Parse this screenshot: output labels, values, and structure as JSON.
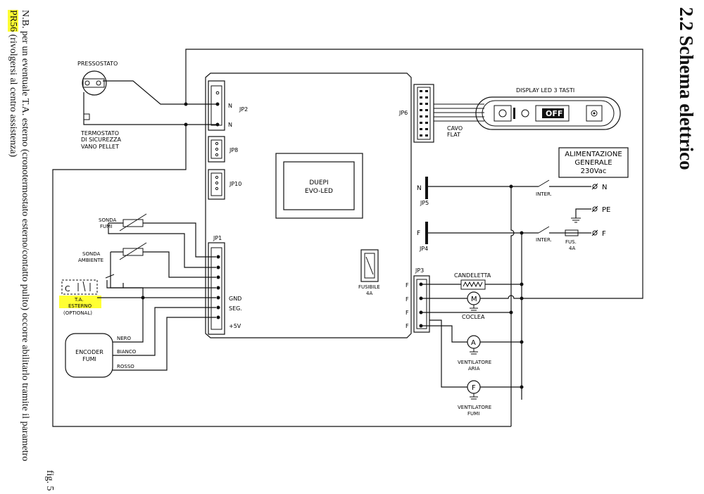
{
  "heading": "2.2  Schema elettrico",
  "note": {
    "line1": "N.B. per un eventuale T.A. esterno (cronotermostato esterno/contatto pulito) occorre abilitarlo tramite il parametro",
    "line2_highlight": "PR56",
    "line2_rest": " (rivolgersi al centro assistenza)"
  },
  "figure_label": "fig. 5",
  "labels": {
    "pressostato": "PRESSOSTATO",
    "termostato": [
      "TERMOSTATO",
      "DI SICUREZZA",
      "VANO PELLET"
    ],
    "jp2": "JP2",
    "jp2_n1": "N",
    "jp2_n2": "N",
    "jp8": "JP8",
    "jp10": "JP10",
    "jp6": "JP6",
    "board": [
      "DUEPI",
      "EVO-LED"
    ],
    "display": "DISPLAY LED 3 TASTI",
    "display_off": "OFF",
    "cavo": [
      "CAVO",
      "FLAT"
    ],
    "alimentazione": [
      "ALIMENTAZIONE",
      "GENERALE",
      "230Vac"
    ],
    "jp5": "JP5",
    "jp5_n": "N",
    "jp4": "JP4",
    "jp4_f": "F",
    "inter1": "INTER.",
    "inter2": "INTER.",
    "fus": [
      "FUS.",
      "4A"
    ],
    "term_n": "N",
    "term_pe": "PE",
    "term_f": "F",
    "jp1": "JP1",
    "gnd": "GND",
    "seg": "SEG.",
    "plus5": "+5V",
    "sonda_fumi": [
      "SONDA",
      "FUMI"
    ],
    "sonda_ambiente": [
      "SONDA",
      "AMBIENTE"
    ],
    "ta_c": "C",
    "ta_esterno": [
      "T.A.",
      "ESTERNO"
    ],
    "ta_optional": "(OPTIONAL)",
    "encoder": [
      "ENCODER",
      "FUMI"
    ],
    "nero": "NERO",
    "bianco": "BIANCO",
    "rosso": "ROSSO",
    "fusibile": [
      "FUSIBILE",
      "4A"
    ],
    "jp3": "JP3",
    "jp3_f": "F",
    "candeletta": "CANDELETTA",
    "coclea": "COCLEA",
    "coclea_m": "M",
    "ventilatore_aria": [
      "VENTILATORE",
      "ARIA"
    ],
    "aria_a": "A",
    "ventilatore_fumi": [
      "VENTILATORE",
      "FUMI"
    ],
    "fumi_f": "F"
  },
  "colors": {
    "highlight": "#ffff33",
    "line": "#111111"
  }
}
